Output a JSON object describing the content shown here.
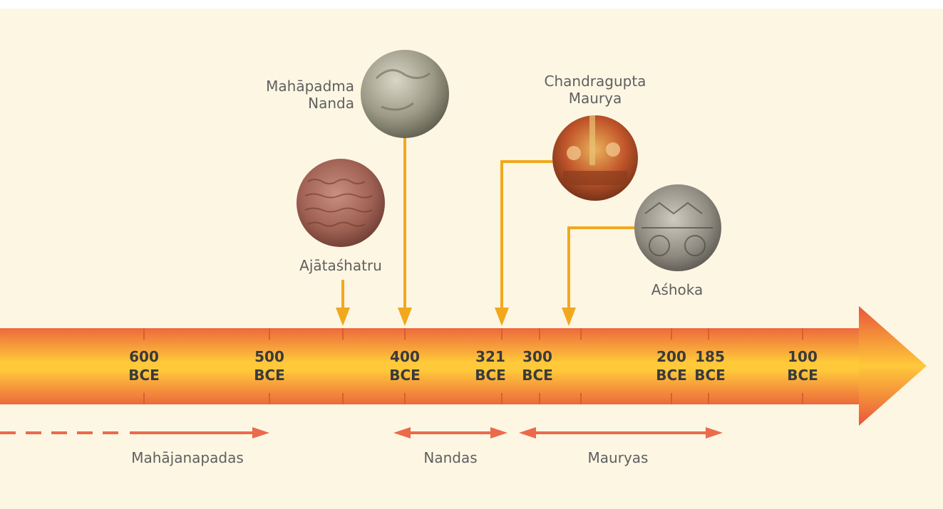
{
  "ticks": [
    {
      "year": "600",
      "era": "BCE"
    },
    {
      "year": "500",
      "era": "BCE"
    },
    {
      "year": "400",
      "era": "BCE"
    },
    {
      "year": "321",
      "era": "BCE"
    },
    {
      "year": "300",
      "era": "BCE"
    },
    {
      "year": "200",
      "era": "BCE"
    },
    {
      "year": "185",
      "era": "BCE"
    },
    {
      "year": "100",
      "era": "BCE"
    }
  ],
  "figures": {
    "ajatashatru": {
      "label": "Ajātaśhatru"
    },
    "mahapadma": {
      "line1": "Mahāpadma",
      "line2": "Nanda"
    },
    "chandragupta": {
      "line1": "Chandragupta",
      "line2": "Maurya"
    },
    "ashoka": {
      "label": "Aśhoka"
    }
  },
  "periods": {
    "mahajanapadas": "Mahājanapadas",
    "nandas": "Nandas",
    "mauryas": "Mauryas"
  },
  "colors": {
    "background": "#fdf6e3",
    "pointer": "#f2a81d",
    "range_arrow": "#ec6a4c",
    "band_edge": "#ec6a3c",
    "band_center": "#ffc93a"
  }
}
